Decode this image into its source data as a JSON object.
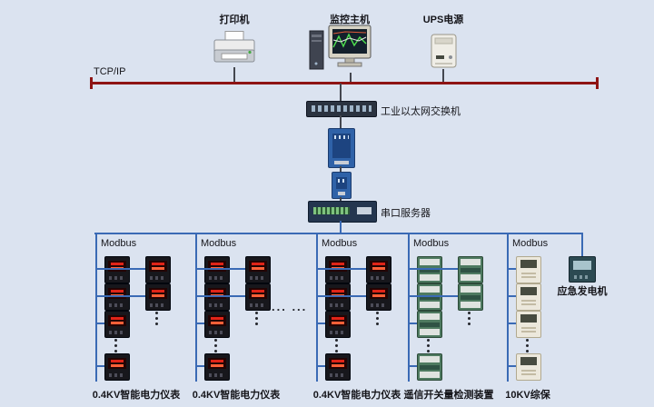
{
  "colors": {
    "background": "#dbe3f0",
    "tcp_line": "#8e1414",
    "bus_line": "#3a6ab5"
  },
  "labels": {
    "tcp": "TCP/IP",
    "printer": "打印机",
    "host": "监控主机",
    "ups": "UPS电源",
    "switch": "工业以太网交换机",
    "serial": "串口服务器",
    "generator": "应急发电机"
  },
  "ellipsis": "...  ...",
  "branches": [
    {
      "modbus": "Modbus",
      "label": "0.4KV智能电力仪表",
      "type": "meter",
      "cols": [
        [
          "d",
          "d",
          "d",
          "dots",
          "d"
        ],
        [
          "d",
          "d",
          "dots"
        ]
      ]
    },
    {
      "modbus": "Modbus",
      "label": "0.4KV智能电力仪表",
      "type": "meter",
      "cols": [
        [
          "d",
          "d",
          "d",
          "dots",
          "d"
        ],
        [
          "d",
          "d",
          "dots"
        ]
      ]
    },
    {
      "modbus": "Modbus",
      "label": "0.4KV智能电力仪表",
      "type": "meter",
      "cols": [
        [
          "d",
          "d",
          "d",
          "dots",
          "d"
        ],
        [
          "d",
          "d",
          "dots"
        ]
      ]
    },
    {
      "modbus": "Modbus",
      "label": "遥信开关量检测装置",
      "type": "io",
      "cols": [
        [
          "d",
          "d",
          "d",
          "dots",
          "d"
        ],
        [
          "d",
          "d",
          "dots"
        ]
      ]
    },
    {
      "modbus": "Modbus",
      "label": "10KV综保",
      "type": "prot",
      "cols": [
        [
          "d",
          "d",
          "d",
          "dots",
          "d"
        ]
      ]
    }
  ]
}
